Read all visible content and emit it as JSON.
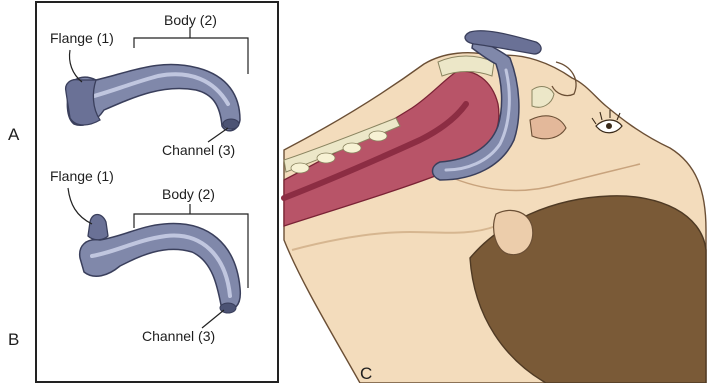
{
  "panels": {
    "a": {
      "label": "A",
      "flange": "Flange (1)",
      "body": "Body (2)",
      "channel": "Channel (3)"
    },
    "b": {
      "label": "B",
      "flange": "Flange (1)",
      "body": "Body (2)",
      "channel": "Channel (3)"
    },
    "c": {
      "label": "C"
    }
  },
  "colors": {
    "airway_fill": "#8088aa",
    "airway_highlight": "#c0c6df",
    "airway_outline": "#3a3f5c",
    "skin": "#f3dcbc",
    "skin_shadow": "#e0c29c",
    "hair": "#7a5a37",
    "tissue": "#b85468",
    "tissue_dark": "#8c2d43",
    "bone": "#ece7c8",
    "frame": "#222222"
  }
}
